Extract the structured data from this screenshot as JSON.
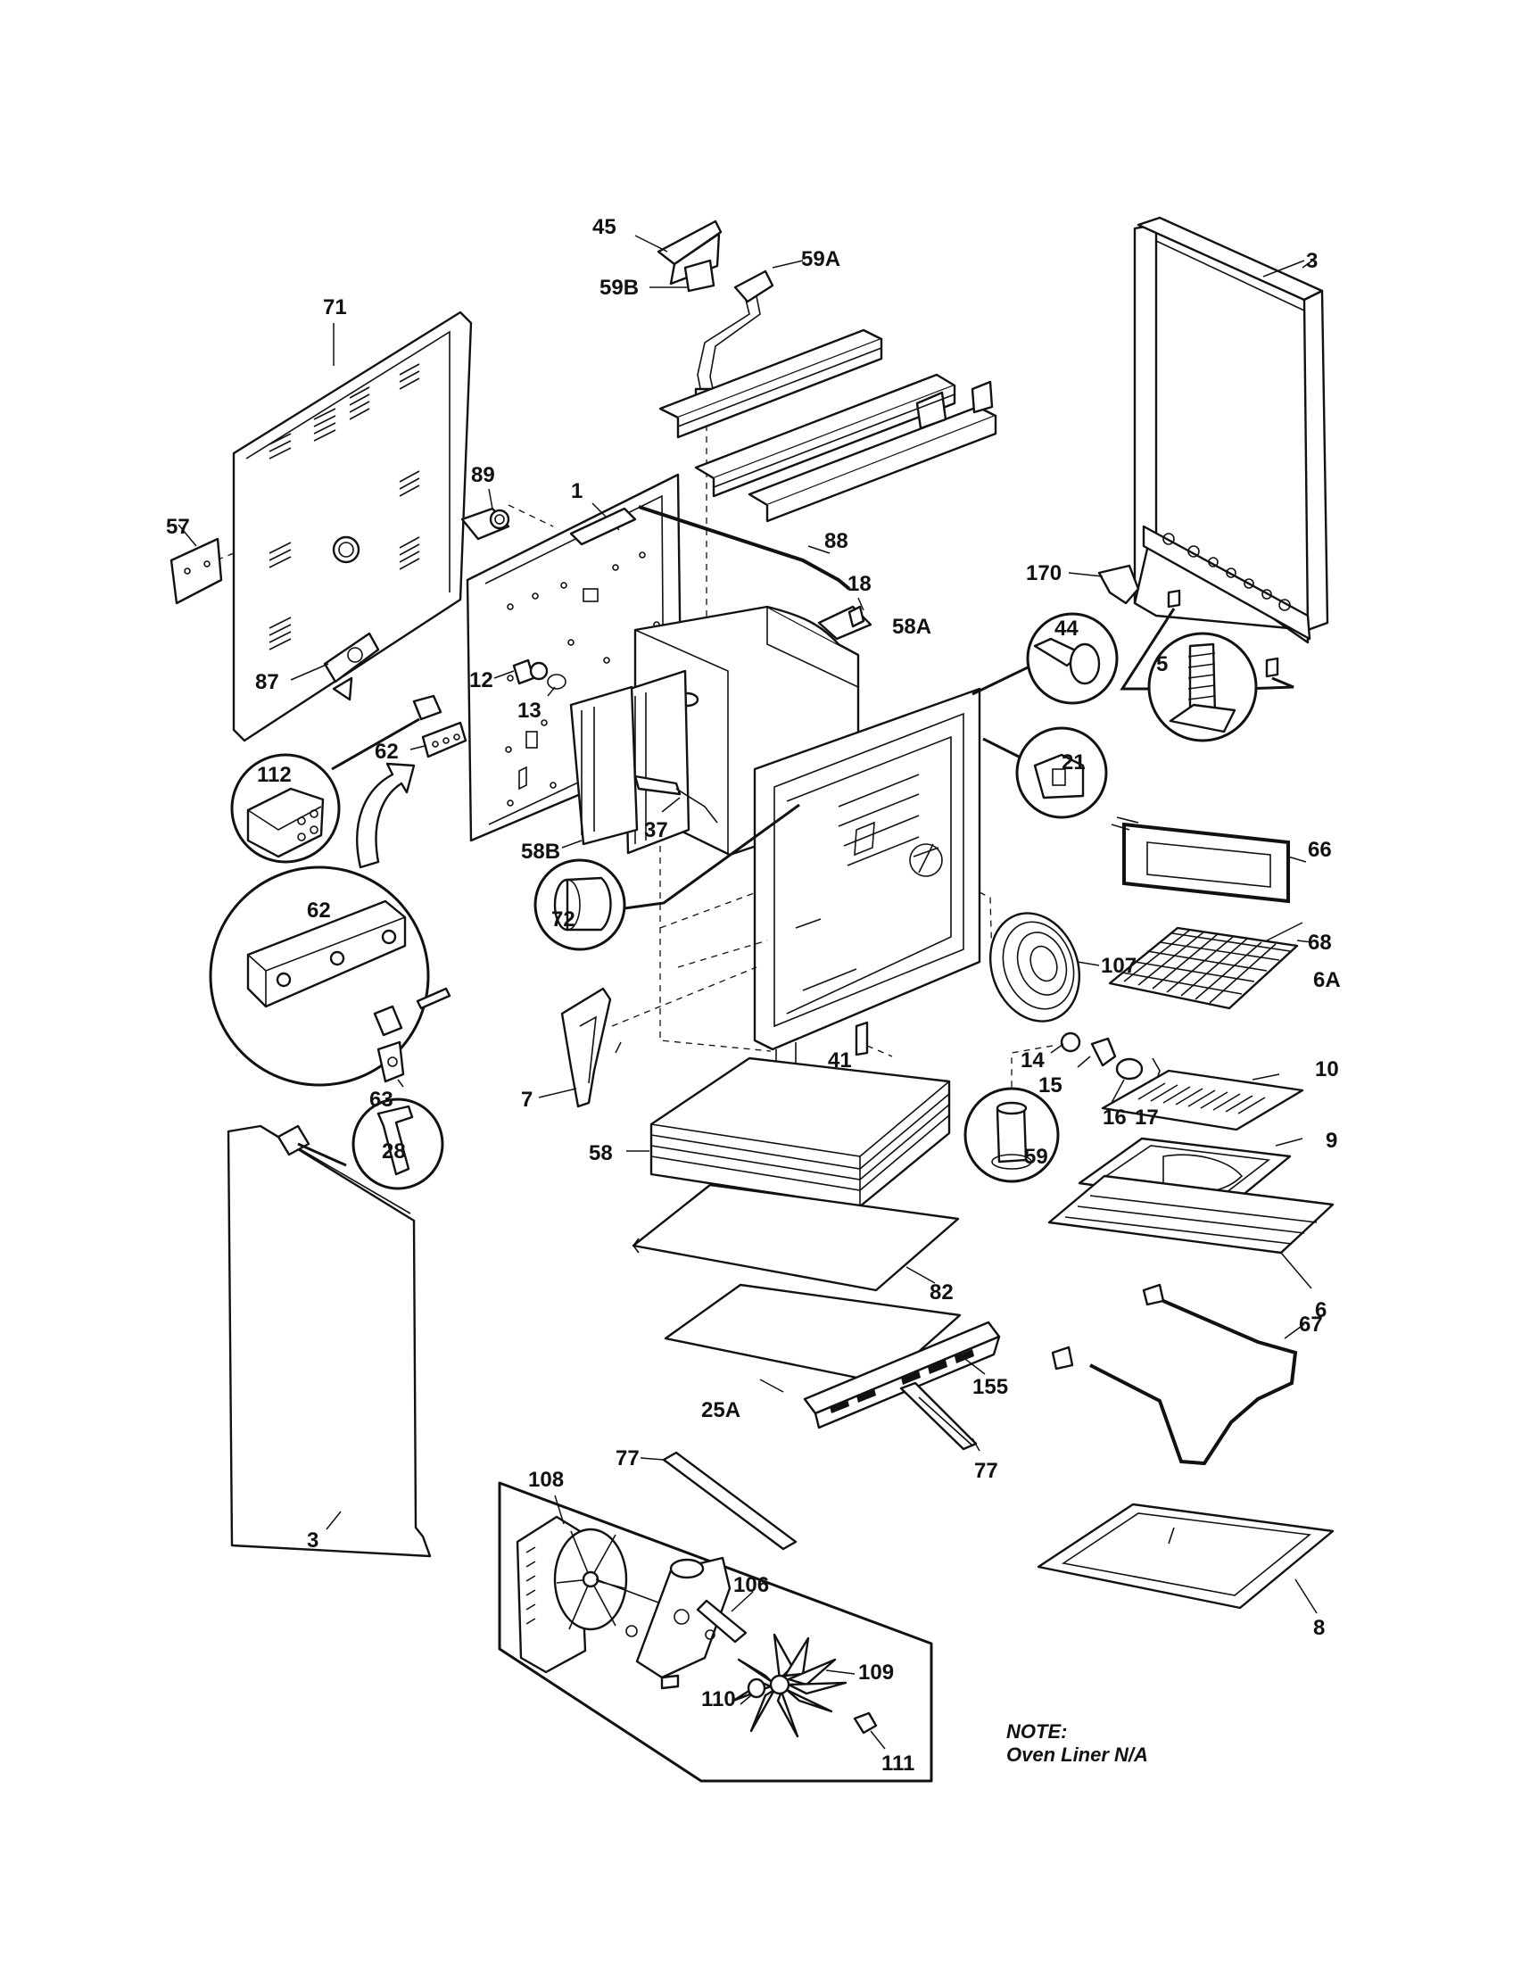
{
  "labels": {
    "l45": "45",
    "l59A": "59A",
    "l59B": "59B",
    "l3top": "3",
    "l71": "71",
    "l89": "89",
    "l1": "1",
    "l88": "88",
    "l57": "57",
    "l170": "170",
    "l18": "18",
    "l44": "44",
    "l58A": "58A",
    "l5": "5",
    "l87": "87",
    "l12": "12",
    "l13": "13",
    "l21": "21",
    "l112": "112",
    "l62a": "62",
    "l37": "37",
    "l66": "66",
    "l58B": "58B",
    "l72": "72",
    "l107": "107",
    "l68": "68",
    "l62b": "62",
    "l14": "14",
    "l6A": "6A",
    "l15": "15",
    "l16": "16",
    "l17": "17",
    "l63": "63",
    "l41": "41",
    "l10": "10",
    "l7": "7",
    "l28": "28",
    "l59": "59",
    "l9": "9",
    "l58": "58",
    "l82": "82",
    "l6": "6",
    "l67": "67",
    "l155": "155",
    "l25A": "25A",
    "l77a": "77",
    "l77b": "77",
    "l108": "108",
    "l3bot": "3",
    "l106": "106",
    "l109": "109",
    "l110": "110",
    "l111": "111",
    "l8": "8"
  },
  "note": {
    "title": "NOTE:",
    "text": "Oven Liner N/A"
  }
}
